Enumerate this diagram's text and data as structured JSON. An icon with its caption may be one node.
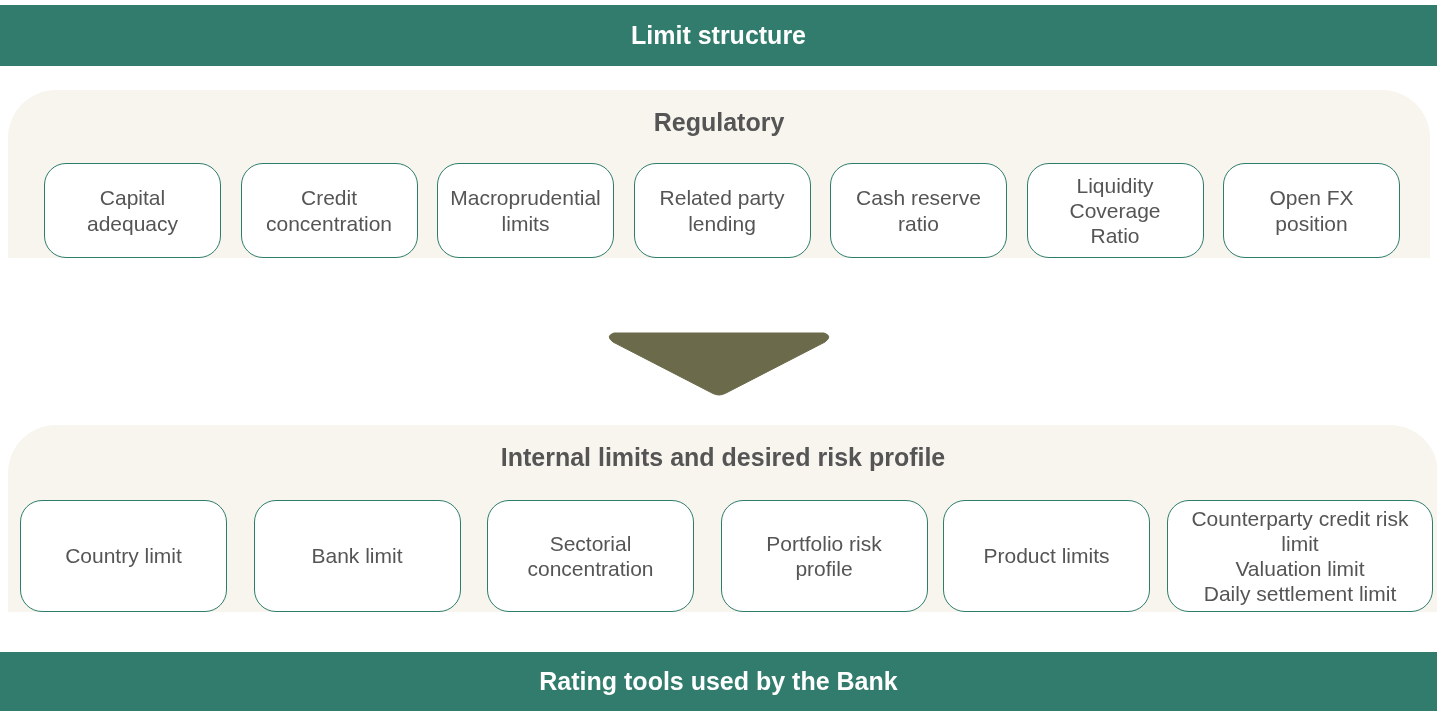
{
  "diagram": {
    "nodes": [
      {
        "text": [
          "Limit structure"
        ]
      },
      {
        "text": [
          "Regulatory"
        ]
      },
      {
        "text": [
          "Capital adequacy"
        ],
        "in": 1
      },
      {
        "text": [
          "Credit concentration"
        ],
        "in": 1
      },
      {
        "text": [
          "Macroprudential limits"
        ],
        "in": 1
      },
      {
        "text": [
          "Related party lending"
        ],
        "in": 1
      },
      {
        "text": [
          "Cash reserve ratio"
        ],
        "in": 1
      },
      {
        "text": [
          "Liquidity Coverage Ratio"
        ],
        "in": 1
      },
      {
        "text": [
          "Open FX position"
        ],
        "in": 1
      },
      {
        "text": [
          "Internal limits and desired risk profile"
        ]
      },
      {
        "text": [
          "Country limit"
        ],
        "in": 9
      },
      {
        "text": [
          "Bank limit"
        ],
        "in": 9
      },
      {
        "text": [
          "Sectorial concentration"
        ],
        "in": 9
      },
      {
        "text": [
          "Portfolio risk profile"
        ],
        "in": 9
      },
      {
        "text": [
          "Product limits"
        ],
        "in": 9
      },
      {
        "text": [
          "Counterparty credit risk limit",
          "Valuation limit",
          "Daily settlement limit"
        ],
        "in": 9
      },
      {
        "text": [
          "Rating tools used by the Bank"
        ]
      }
    ],
    "edges": [
      {
        "from": 1,
        "to": 9,
        "arrow": "to"
      }
    ]
  }
}
